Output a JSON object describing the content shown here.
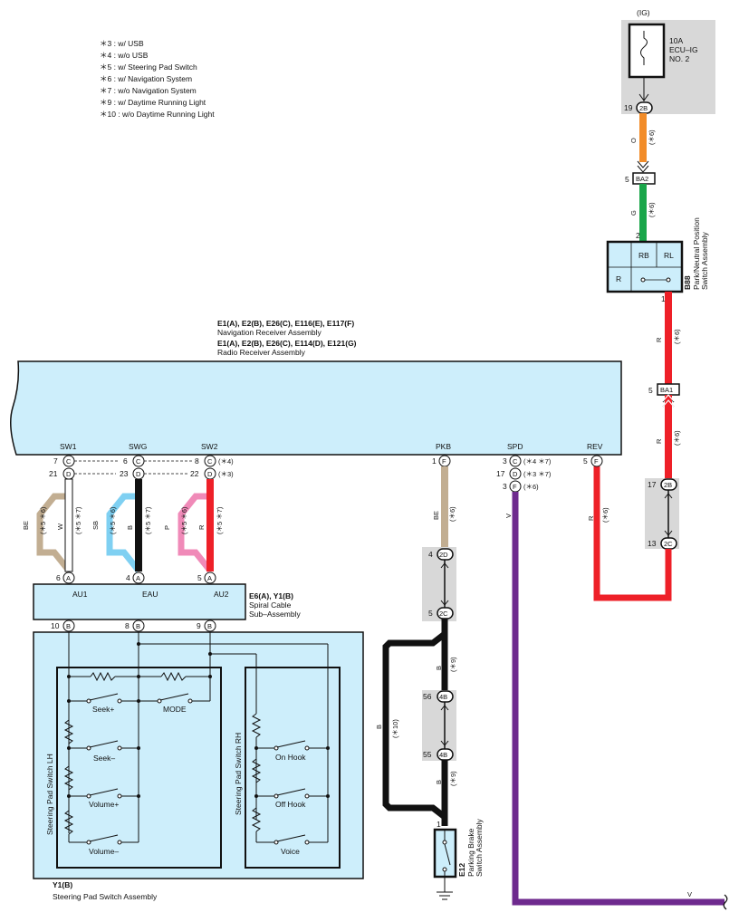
{
  "notes": [
    "＊3 : w/ USB",
    "＊4 : w/o USB",
    "＊5 : w/ Steering Pad Switch",
    "＊6 : w/ Navigation System",
    "＊7 : w/o Navigation System",
    "＊9 : w/ Daytime Running Light",
    "＊10 : w/o Daytime Running Light"
  ],
  "ig": {
    "source": "(IG)",
    "fuse_name": "10A ECU–IG NO. 2",
    "fuse_lines": [
      "10A",
      "ECU–IG",
      "NO. 2"
    ]
  },
  "wire_colors": {
    "O": "#f28c28",
    "G": "#1aa64a",
    "R": "#ee2028",
    "BE": "#c2ae92",
    "W": "#ffffff",
    "SB": "#7fd0f2",
    "B": "#111111",
    "P": "#f08ab8",
    "V": "#6e2a8e",
    "box": "#cdeefb",
    "splice": "#d8d8d8"
  },
  "receiver": {
    "title_a": "E1(A), E2(B), E26(C), E116(E), E117(F)",
    "name_a": "Navigation Receiver Assembly",
    "title_b": "E1(A), E2(B), E26(C), E114(D), E121(G)",
    "name_b": "Radio Receiver Assembly",
    "pins": [
      "SW1",
      "SWG",
      "SW2",
      "PKB",
      "SPD",
      "REV"
    ]
  },
  "spiral": {
    "code": "E6(A), Y1(B)",
    "name_lines": [
      "Spiral Cable",
      "Sub–Assembly"
    ],
    "pins": [
      "AU1",
      "EAU",
      "AU2"
    ]
  },
  "steering": {
    "code": "Y1(B)",
    "name": "Steering Pad Switch Assembly",
    "lh": "Steering Pad Switch LH",
    "rh": "Steering Pad Switch RH",
    "switches_lh": [
      "Seek+",
      "MODE",
      "Seek–",
      "Volume+",
      "Volume–"
    ],
    "switches_rh": [
      "On Hook",
      "Off Hook",
      "Voice"
    ]
  },
  "pns": {
    "code": "B88",
    "name_lines": [
      "Park/Neutral Position",
      "Switch Assembly"
    ],
    "terminals": [
      "RB",
      "RL",
      "R"
    ]
  },
  "pbs": {
    "code": "E12",
    "name_lines": [
      "Parking Brake",
      "Switch Assembly"
    ]
  },
  "connectors": {
    "c2B": "2B",
    "cBA2": "BA2",
    "cBA1": "BA1",
    "c2C": "2C",
    "c2D": "2D",
    "c4B": "4B",
    "A": "A",
    "B": "B",
    "C": "C",
    "D": "D",
    "F": "F"
  },
  "pin_numbers": {
    "p19": "19",
    "p5": "5",
    "p2": "2",
    "p1": "1",
    "p17": "17",
    "p13": "13",
    "p7": "7",
    "p21": "21",
    "p6": "6",
    "p23": "23",
    "p8": "8",
    "p22": "22",
    "p4": "4",
    "p3": "3",
    "p10": "10",
    "p9": "9",
    "p56": "56",
    "p55": "55"
  },
  "wire_labels": {
    "O": "O",
    "G": "G",
    "R": "R",
    "BE": "BE",
    "W": "W",
    "SB": "SB",
    "B": "B",
    "P": "P",
    "V": "V"
  },
  "notes_inline": {
    "n6": "(＊6)",
    "n4": "(＊4)",
    "n3": "(＊3)",
    "n9": "(＊9)",
    "n10": "(＊10)",
    "n56": "(＊5 ＊6)",
    "n57": "(＊5 ＊7)",
    "n47": "(＊4 ＊7)",
    "n37": "(＊3 ＊7)"
  }
}
